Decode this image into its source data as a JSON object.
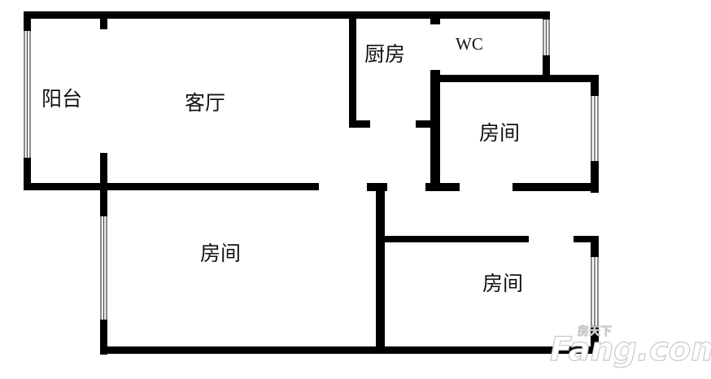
{
  "rooms": {
    "balcony": "阳台",
    "living_room": "客厅",
    "kitchen": "厨房",
    "wc": "WC",
    "bedroom_upper_right": "房间",
    "bedroom_lower_left": "房间",
    "bedroom_lower_right": "房间"
  },
  "watermark": {
    "brand": "Fang.com",
    "brand_cn": "房天下"
  },
  "colors": {
    "wall": "#000000",
    "window_line": "#555555",
    "background": "#ffffff",
    "watermark_outline": "#c9c9c9"
  }
}
